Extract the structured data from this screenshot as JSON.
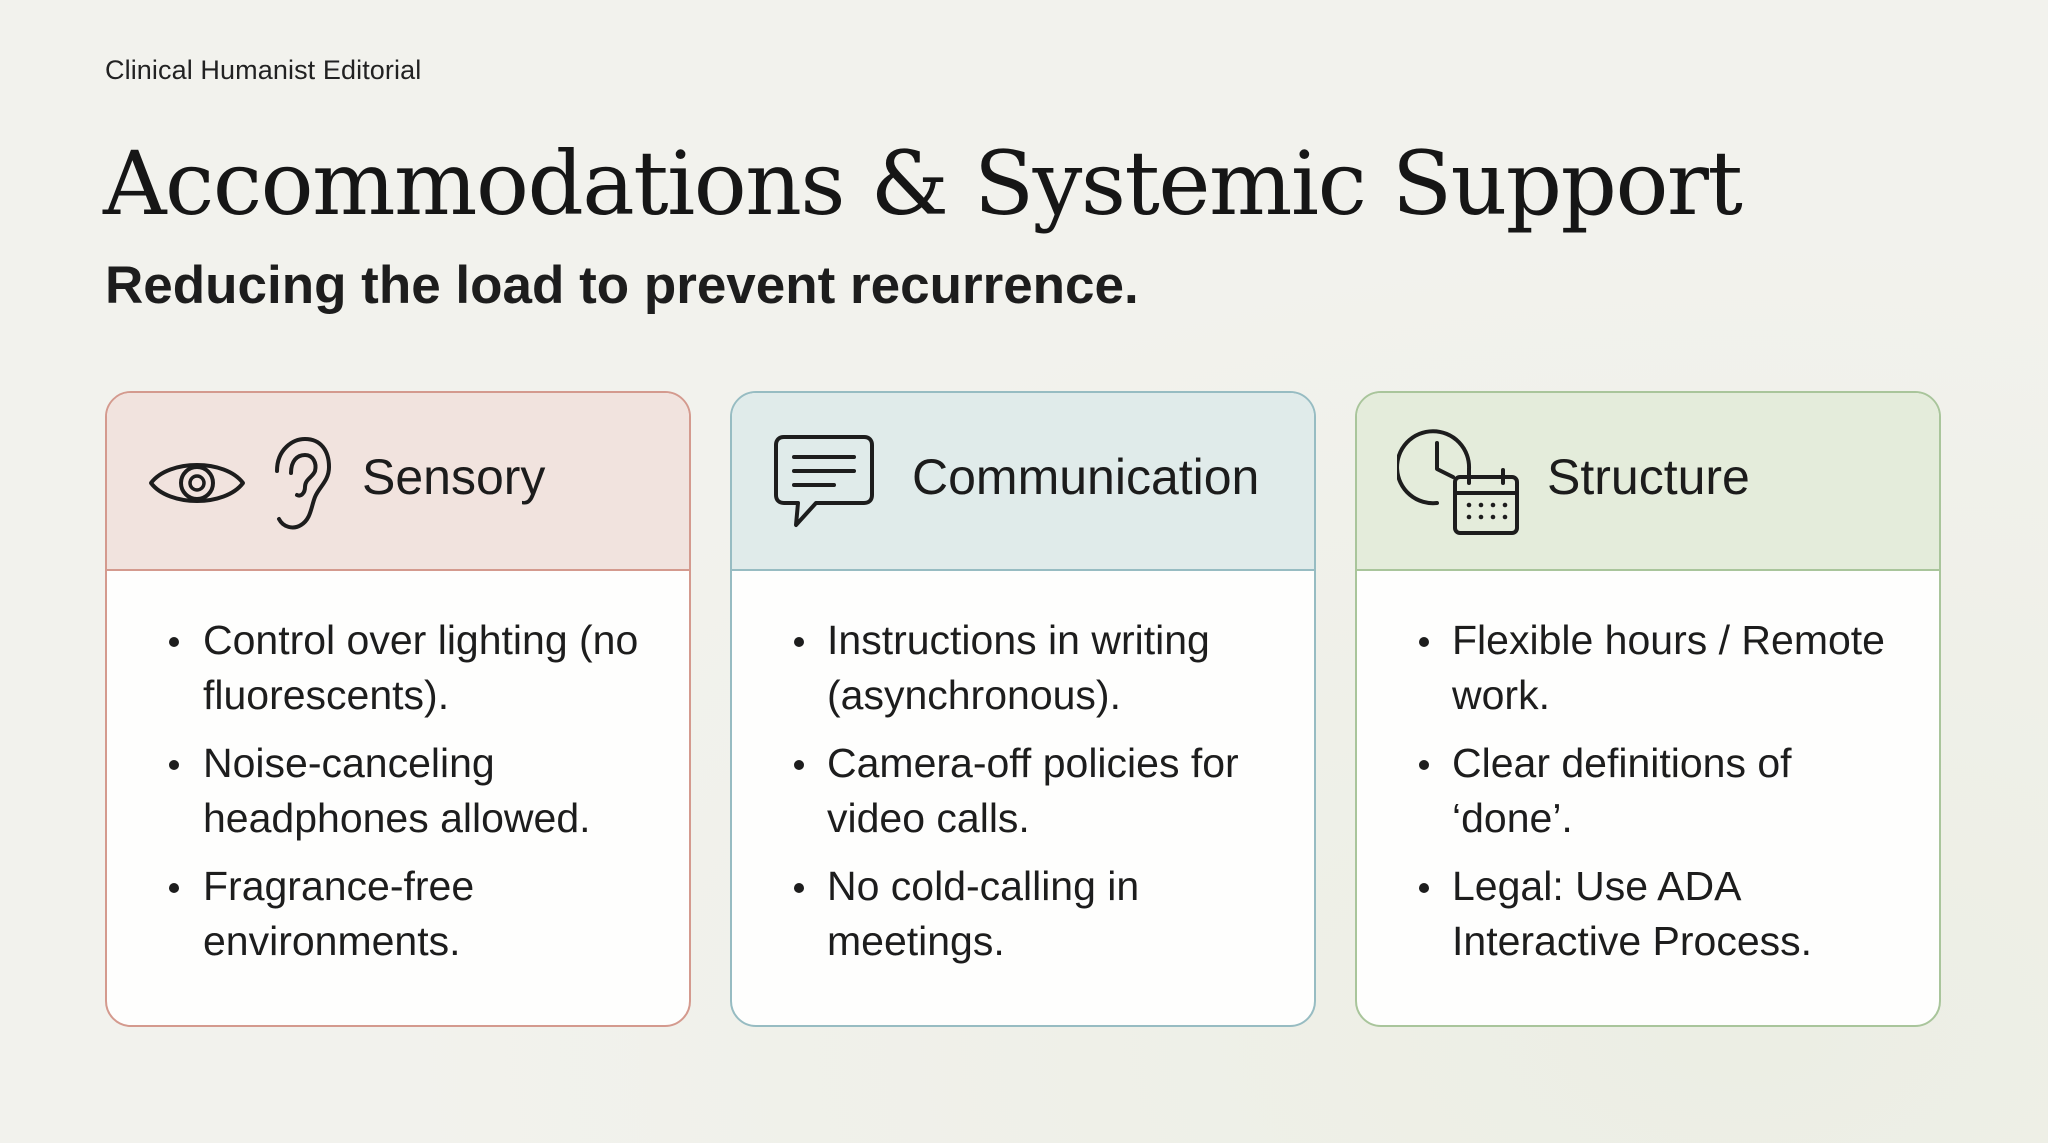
{
  "brand": "Clinical Humanist Editorial",
  "title": "Accommodations & Systemic Support",
  "subtitle": "Reducing the load to prevent recurrence.",
  "colors": {
    "background": "#f2f2ed",
    "sensory_accent": "#d49a8e",
    "sensory_header": "#f1e3de",
    "communication_accent": "#97bcc2",
    "communication_header": "#e0ebea",
    "structure_accent": "#a9c59b",
    "structure_header": "#e4ecdb"
  },
  "cards": [
    {
      "title": "Sensory",
      "icons": [
        "eye-icon",
        "ear-icon"
      ],
      "items": [
        "Control over lighting (no fluorescents).",
        "Noise-canceling headphones allowed.",
        "Fragrance-free environments."
      ]
    },
    {
      "title": "Communication",
      "icons": [
        "chat-bubble-icon"
      ],
      "items": [
        "Instructions in writing (asynchronous).",
        "Camera-off policies for video calls.",
        "No cold-calling in meetings."
      ]
    },
    {
      "title": "Structure",
      "icons": [
        "clock-icon",
        "calendar-icon"
      ],
      "items": [
        "Flexible hours / Remote work.",
        "Clear definitions of ‘done’.",
        "Legal: Use ADA Interactive Process."
      ]
    }
  ]
}
